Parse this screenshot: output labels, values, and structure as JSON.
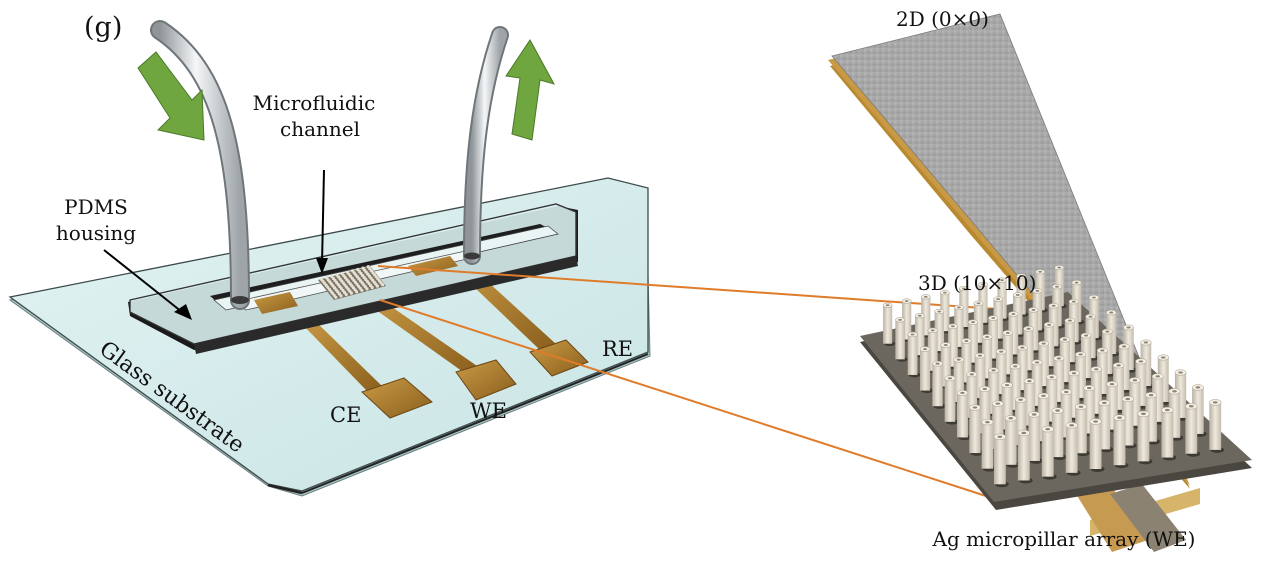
{
  "panel_label": "(g)",
  "labels": {
    "microfluidic_line1": "Microfluidic",
    "microfluidic_line2": "channel",
    "pdms_line1": "PDMS",
    "pdms_line2": "housing",
    "glass": "Glass substrate",
    "ce": "CE",
    "we": "WE",
    "re": "RE",
    "inset_2d": "2D (0×0)",
    "inset_3d": "3D (10×10)",
    "caption": "Ag micropillar array (WE)"
  },
  "pillar_grid": {
    "rows": 10,
    "cols": 10
  },
  "colors": {
    "glass": "#d4ecec",
    "electrode": "#b07e2c",
    "flow_arrow": "#6fa63f",
    "zoom_line": "#e07b2a",
    "pillar": "#d8d2c5",
    "base_2d": "#a6a6a6"
  }
}
